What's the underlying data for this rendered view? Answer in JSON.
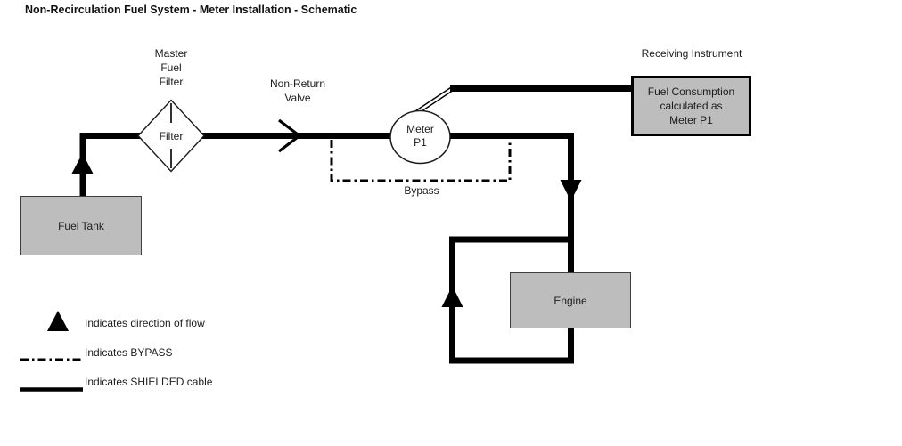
{
  "title": "Non-Recirculation Fuel System - Meter Installation - Schematic",
  "labels": {
    "master_fuel_filter": [
      "Master",
      "Fuel",
      "Filter"
    ],
    "non_return_valve": [
      "Non-Return",
      "Valve"
    ],
    "receiving_instrument": "Receiving Instrument",
    "bypass": "Bypass"
  },
  "nodes": {
    "filter": {
      "label": "Filter"
    },
    "meter": {
      "lines": [
        "Meter",
        "P1"
      ]
    },
    "fuel_tank": {
      "label": "Fuel Tank"
    },
    "engine": {
      "label": "Engine"
    },
    "receiving_instrument_box": {
      "lines": [
        "Fuel Consumption",
        "calculated as",
        "Meter P1"
      ]
    }
  },
  "legend": {
    "items": [
      {
        "symbol": "flow-direction-arrow",
        "label": "Indicates direction of flow"
      },
      {
        "symbol": "bypass-line",
        "label": "Indicates BYPASS"
      },
      {
        "symbol": "shielded-cable-line",
        "label": "Indicates SHIELDED cable"
      }
    ]
  },
  "colors": {
    "background": "#ffffff",
    "line": "#000000",
    "node_fill": "#bdbdbd",
    "text": "#1c1c1c"
  }
}
